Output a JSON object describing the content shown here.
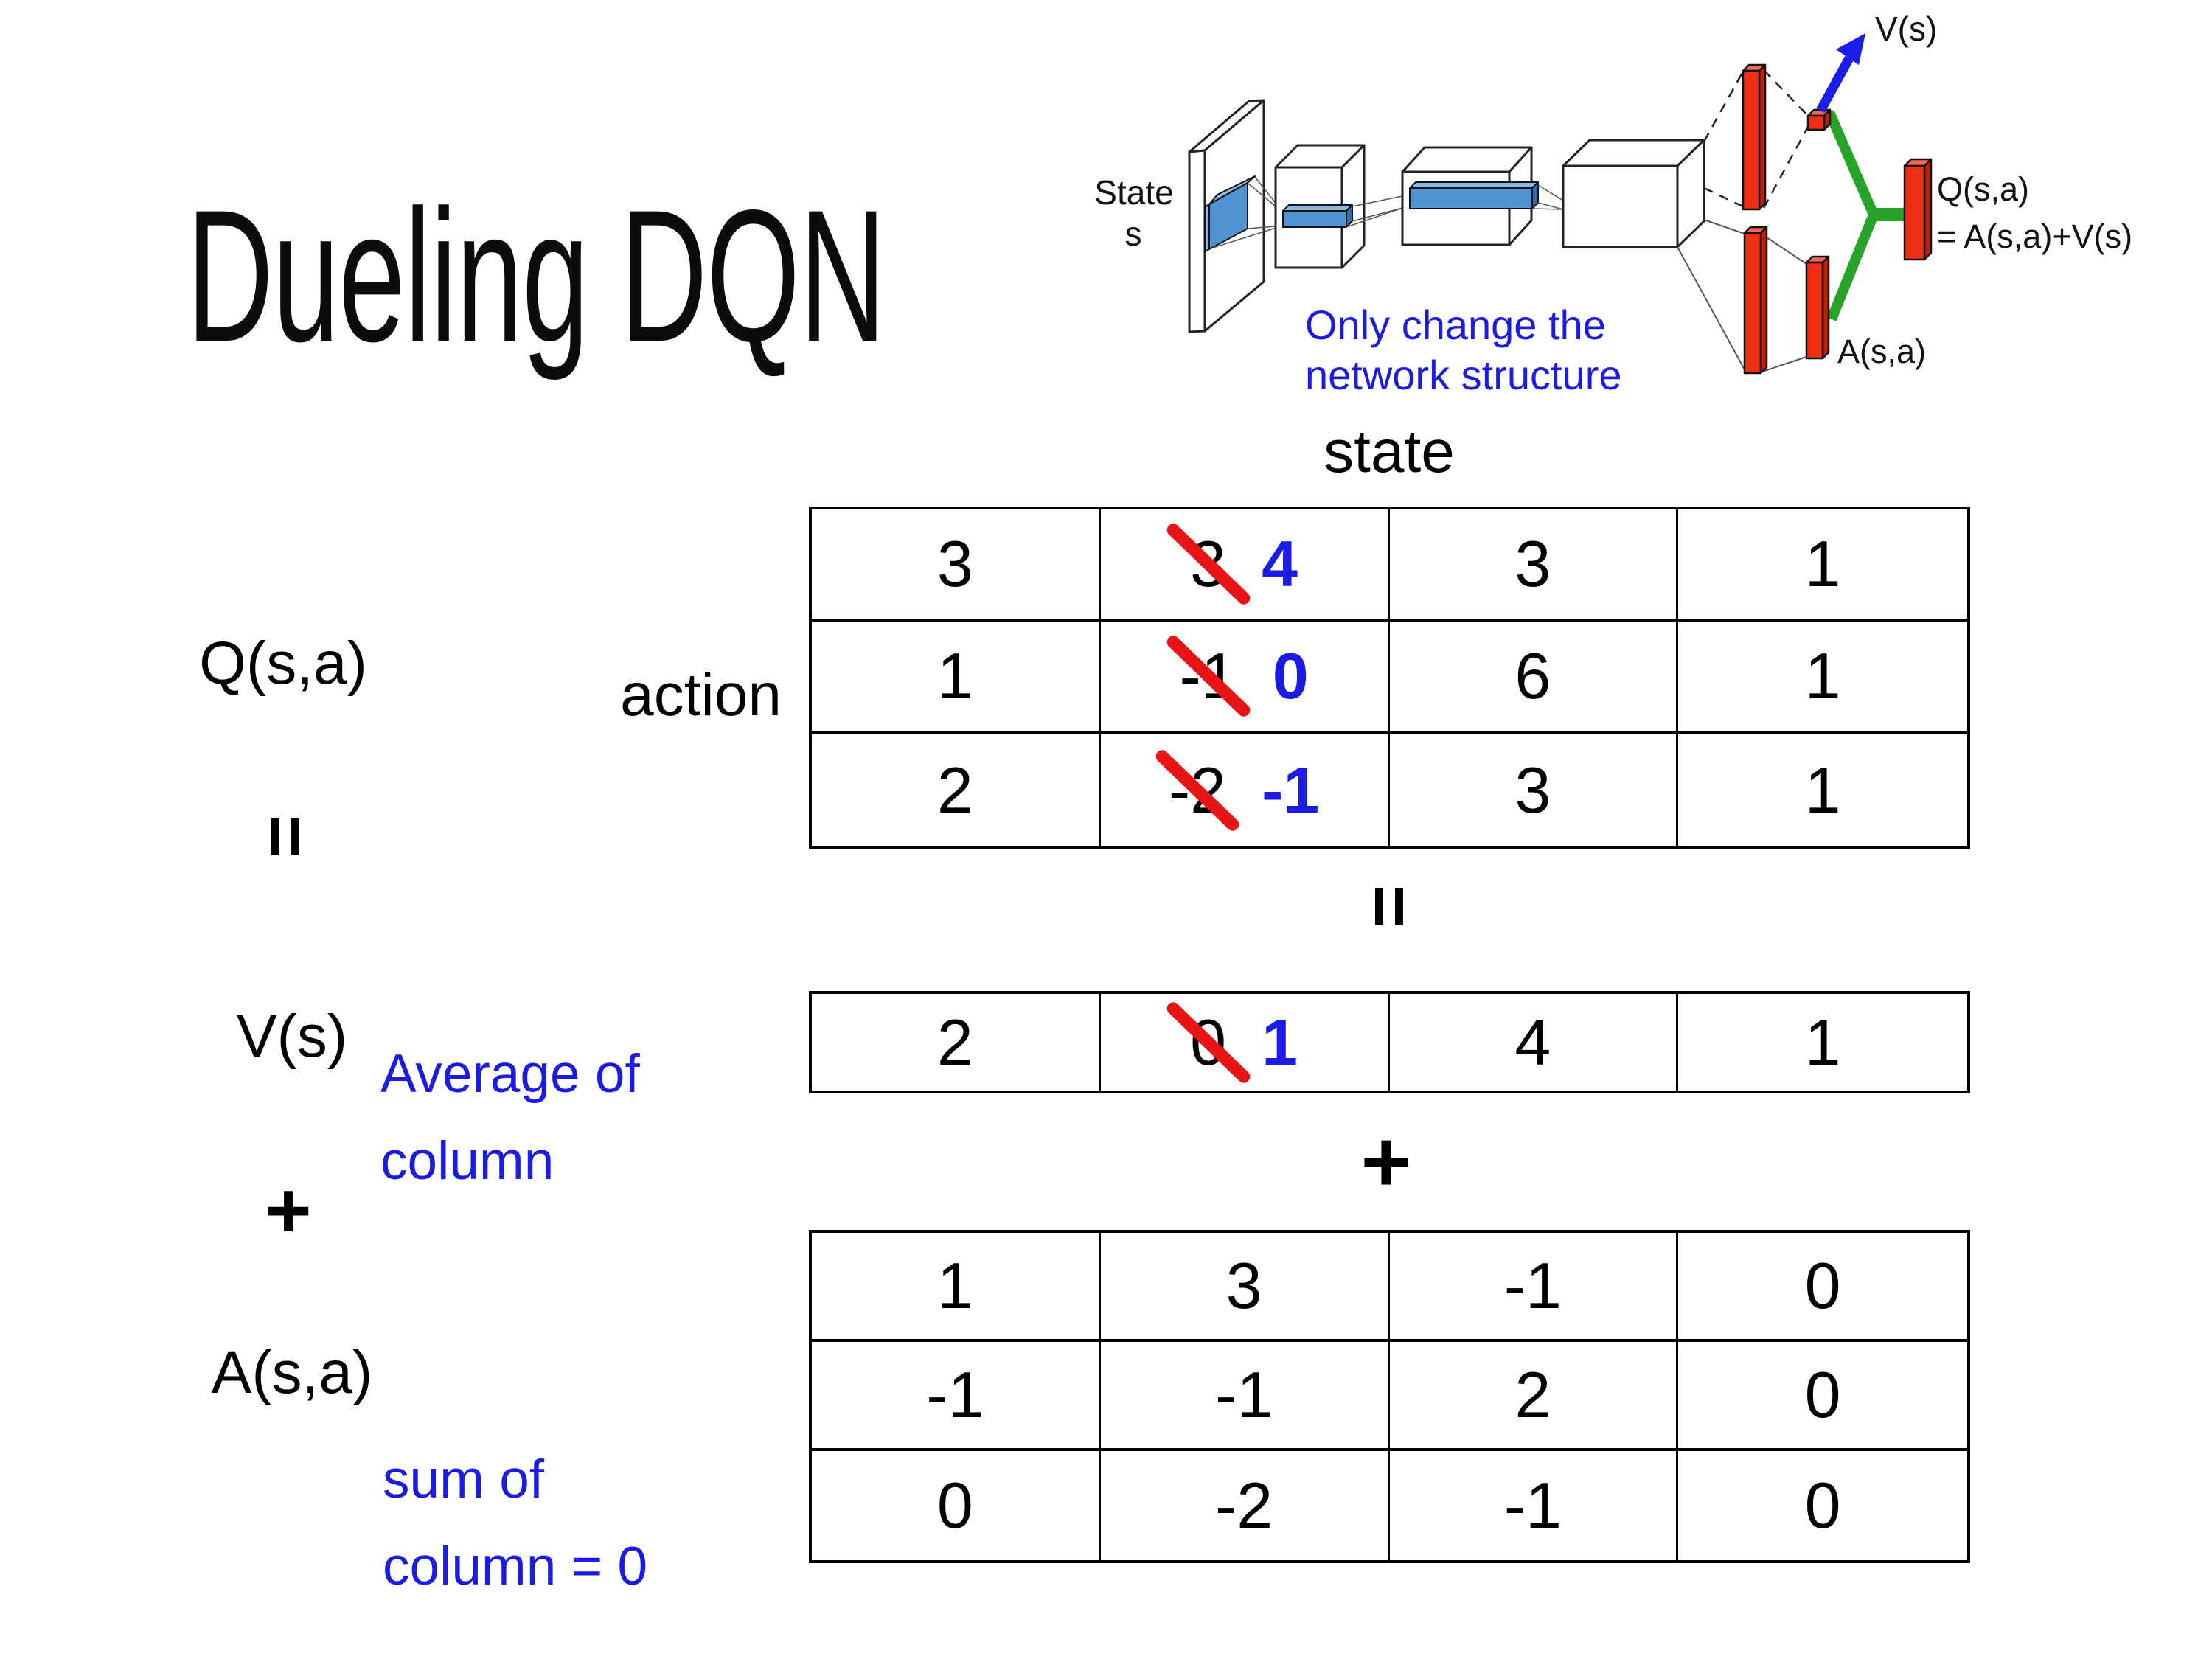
{
  "slide": {
    "title": "Dueling DQN",
    "background": "#ffffff"
  },
  "diagram": {
    "state_line1": "State",
    "state_line2": "s",
    "note_line1": "Only change the",
    "note_line2": "network structure",
    "v_out_label": "V(s)",
    "q_out_label_line1": "Q(s,a)",
    "q_out_label_line2": "= A(s,a)+V(s)",
    "a_out_label": "A(s,a)",
    "colors": {
      "layer_blue": "#4f94d0",
      "bar_red": "#ee2e12",
      "link_green": "#27a327",
      "arrow_blue": "#1c1ce8"
    }
  },
  "decomposition": {
    "q_label": "Q(s,a)",
    "equals_left": "=",
    "v_label": "V(s)",
    "plus_left": "+",
    "a_label": "A(s,a)",
    "equals_mid": "=",
    "plus_mid": "+",
    "state_header": "state",
    "action_label": "action",
    "avg_note_line1": "Average of",
    "avg_note_line2": "column",
    "sum_note_line1": "sum of",
    "sum_note_line2": "column = 0",
    "text_blue": "#1b1be4",
    "strike_red": "#e81416"
  },
  "q_table": {
    "rows": [
      {
        "c0": "3",
        "c1_old": "3",
        "c1_new": "4",
        "c2": "3",
        "c3": "1"
      },
      {
        "c0": "1",
        "c1_old": "-1",
        "c1_new": "0",
        "c2": "6",
        "c3": "1"
      },
      {
        "c0": "2",
        "c1_old": "-2",
        "c1_new": "-1",
        "c2": "3",
        "c3": "1"
      }
    ]
  },
  "v_row": {
    "c0": "2",
    "c1_old": "0",
    "c1_new": "1",
    "c2": "4",
    "c3": "1"
  },
  "a_table": {
    "rows": [
      {
        "c0": "1",
        "c1": "3",
        "c2": "-1",
        "c3": "0"
      },
      {
        "c0": "-1",
        "c1": "-1",
        "c2": "2",
        "c3": "0"
      },
      {
        "c0": "0",
        "c1": "-2",
        "c2": "-1",
        "c3": "0"
      }
    ]
  }
}
